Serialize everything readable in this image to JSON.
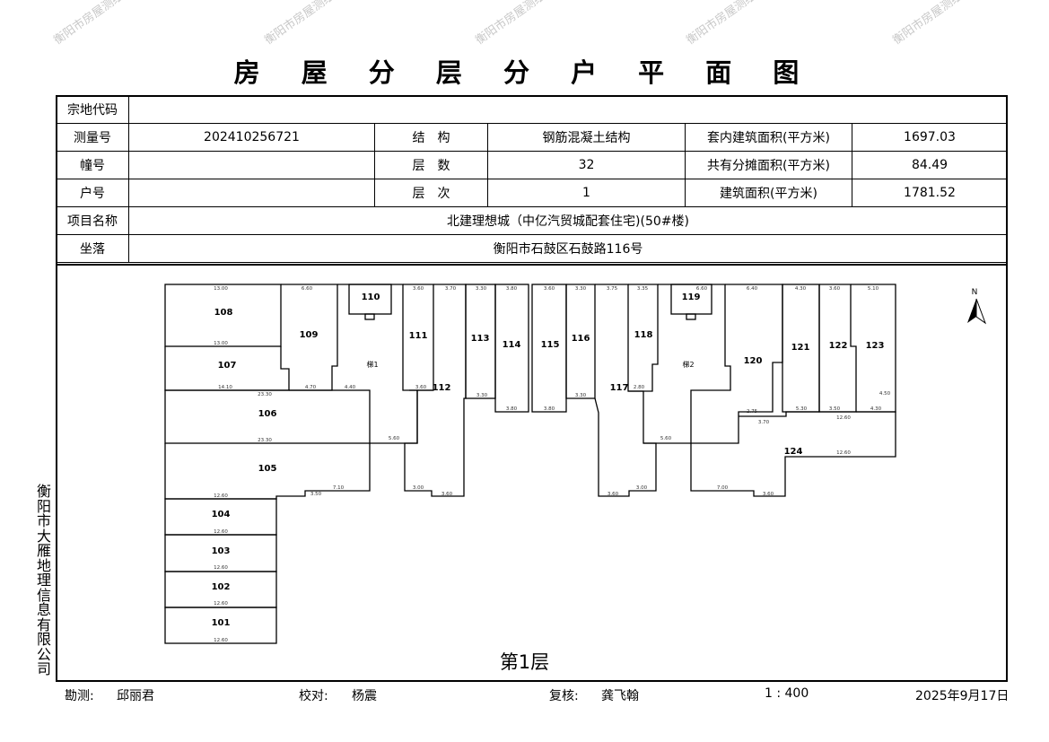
{
  "title": "房 屋 分 层 分 户 平 面 图",
  "watermark": "衡阳市房屋测绘中心",
  "info": {
    "zongdi_label": "宗地代码",
    "zongdi_value": "",
    "celiang_label": "测量号",
    "celiang_value": "202410256721",
    "jiegou_label": "结　构",
    "jiegou_value": "钢筋混凝土结构",
    "taonei_label": "套内建筑面积(平方米)",
    "taonei_value": "1697.03",
    "zhuang_label": "幢号",
    "zhuang_value": "",
    "cengshu_label": "层　数",
    "cengshu_value": "32",
    "gongyou_label": "共有分摊面积(平方米)",
    "gongyou_value": "84.49",
    "hu_label": "户号",
    "hu_value": "",
    "cengci_label": "层　次",
    "cengci_value": "1",
    "jianzhu_label": "建筑面积(平方米)",
    "jianzhu_value": "1781.52",
    "xiangmu_label": "项目名称",
    "xiangmu_value": "北建理想城（中亿汽贸城配套住宅)(50#楼)",
    "zuoluo_label": "坐落",
    "zuoluo_value": "衡阳市石鼓区石鼓路116号"
  },
  "plan": {
    "north": "N",
    "rooms": [
      "101",
      "102",
      "103",
      "104",
      "105",
      "106",
      "107",
      "108",
      "109",
      "110",
      "111",
      "112",
      "113",
      "114",
      "115",
      "116",
      "117",
      "118",
      "119",
      "120",
      "121",
      "122",
      "123",
      "124"
    ],
    "stairs": [
      "梯1",
      "梯2"
    ],
    "dims": [
      "13.00",
      "13.00",
      "14.10",
      "23.30",
      "23.30",
      "12.60",
      "12.60",
      "12.60",
      "12.60",
      "12.60",
      "6.60",
      "4.70",
      "4.40",
      "3.60",
      "3.70",
      "3.30",
      "3.80",
      "3.80",
      "3.60",
      "3.30",
      "3.75",
      "3.35",
      "6.60",
      "6.40",
      "4.30",
      "3.60",
      "5.10",
      "3.00",
      "3.60",
      "7.10",
      "3.50",
      "5.60",
      "5.60",
      "7.00",
      "3.60",
      "3.00",
      "3.60",
      "12.60",
      "12.60",
      "3.30",
      "3.30",
      "3.80",
      "3.60",
      "2.80",
      "2.75",
      "3.70",
      "5.30",
      "3.50",
      "4.30",
      "4.50"
    ]
  },
  "caption": "第1层",
  "company": "衡阳市大雁地理信息有限公司",
  "footer": {
    "kance_label": "勘测:",
    "kance": "邱丽君",
    "jiaodui_label": "校对:",
    "jiaodui": "杨震",
    "fuhe_label": "复核:",
    "fuhe": "龚飞翰",
    "scale": "1 : 400",
    "date": "2025年9月17日"
  }
}
